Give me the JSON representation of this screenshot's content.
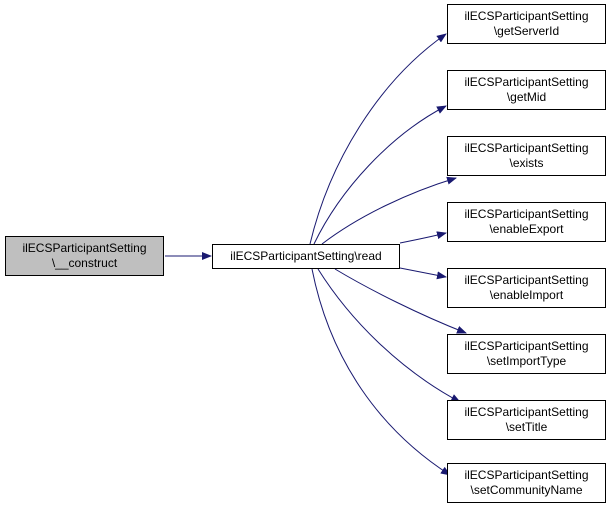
{
  "colors": {
    "edge": "#191970",
    "node_border": "#000000",
    "root_fill": "#bfbfbf",
    "node_fill": "#ffffff"
  },
  "nodes": {
    "construct": {
      "line1": "ilECSParticipantSetting",
      "line2": "\\__construct"
    },
    "read": {
      "line1": "ilECSParticipantSetting\\read"
    },
    "get_server_id": {
      "line1": "ilECSParticipantSetting",
      "line2": "\\getServerId"
    },
    "get_mid": {
      "line1": "ilECSParticipantSetting",
      "line2": "\\getMid"
    },
    "exists": {
      "line1": "ilECSParticipantSetting",
      "line2": "\\exists"
    },
    "enable_export": {
      "line1": "ilECSParticipantSetting",
      "line2": "\\enableExport"
    },
    "enable_import": {
      "line1": "ilECSParticipantSetting",
      "line2": "\\enableImport"
    },
    "set_import_type": {
      "line1": "ilECSParticipantSetting",
      "line2": "\\setImportType"
    },
    "set_title": {
      "line1": "ilECSParticipantSetting",
      "line2": "\\setTitle"
    },
    "set_community_name": {
      "line1": "ilECSParticipantSetting",
      "line2": "\\setCommunityName"
    }
  }
}
